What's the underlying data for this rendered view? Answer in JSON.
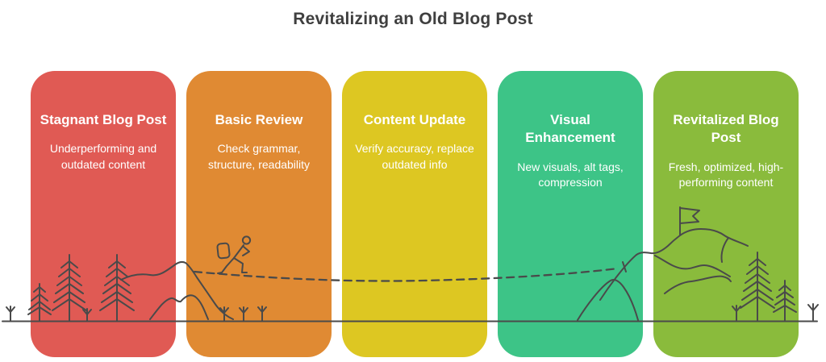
{
  "page": {
    "title": "Revitalizing an Old Blog Post"
  },
  "steps": [
    {
      "id": "stagnant-blog-post",
      "title": "Stagnant Blog Post",
      "description": "Underperforming and outdated content",
      "color": "#e05a54"
    },
    {
      "id": "basic-review",
      "title": "Basic Review",
      "description": "Check grammar, structure, readability",
      "color": "#e08a33"
    },
    {
      "id": "content-update",
      "title": "Content Update",
      "description": "Verify accuracy, replace outdated info",
      "color": "#ddc722"
    },
    {
      "id": "visual-enhancement",
      "title": "Visual Enhancement",
      "description": "New visuals, alt tags, compression",
      "color": "#3dc487"
    },
    {
      "id": "revitalized-blog-post",
      "title": "Revitalized Blog Post",
      "description": "Fresh, optimized, high-performing content",
      "color": "#8abb3c"
    }
  ],
  "illustration": {
    "ink_color": "#4a4a4a",
    "elements": [
      "ground-line",
      "sprouts",
      "pine-trees",
      "left-hill-ridge",
      "hiker-with-backpack",
      "dashed-trail",
      "mountain-with-flag"
    ]
  },
  "colors": {
    "title_text": "#3f3f3f",
    "card_text": "#ffffff",
    "background": "#ffffff"
  }
}
